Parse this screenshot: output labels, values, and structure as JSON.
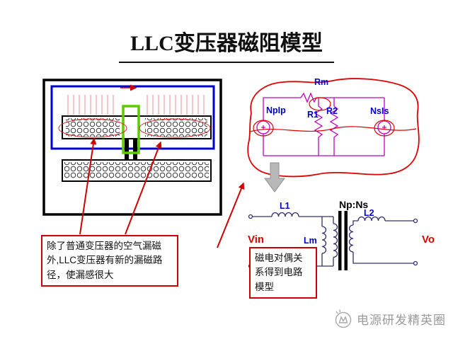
{
  "slide": {
    "title": "LLC变压器磁阻模型"
  },
  "reluctance_model": {
    "rm_label": "Rm",
    "source_left_label": "NpIp",
    "r1_label": "R1",
    "r2_label": "R2",
    "source_right_label": "NsIs"
  },
  "equivalent_circuit": {
    "l1_label": "L1",
    "lm_label": "Lm",
    "l2_label": "L2",
    "turns_ratio_label": "Np:Ns",
    "vin_label": "Vin",
    "vo_label": "Vo"
  },
  "callouts": {
    "leakage_note": "除了普通变压器的空气漏磁外,LLC变压器有新的漏磁路径，使漏感很大",
    "duality_note": "磁电对偶关系得到电路模型"
  },
  "watermark": {
    "brand": "电源研发精英圈"
  },
  "colors": {
    "annotation_red": "#cc0000",
    "label_blue": "#0000cc",
    "core_green": "#5ecb00",
    "flux_path_blue": "#0000cc",
    "reluctance_purple": "#c000c0",
    "circuit_wire": "#303070",
    "watermark_gray": "#9a9a9a"
  }
}
